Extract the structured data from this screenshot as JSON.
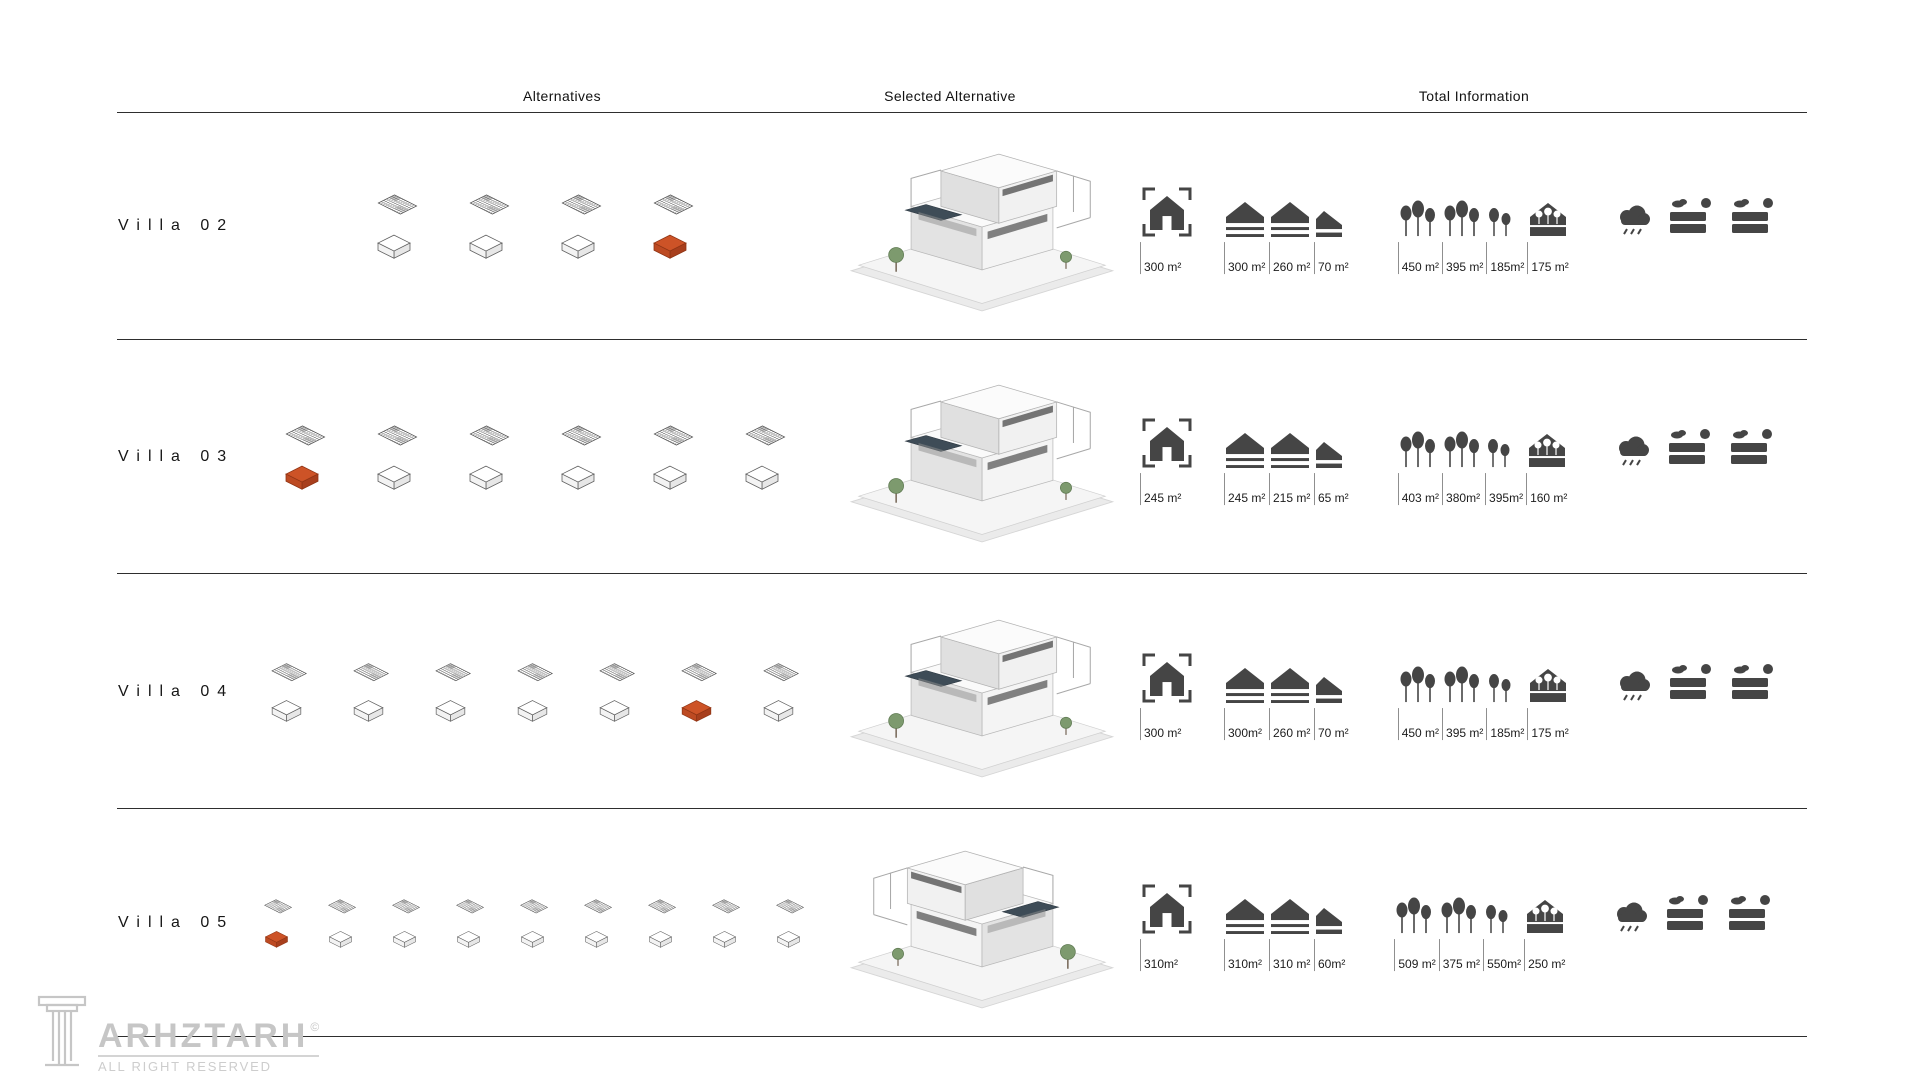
{
  "accent_color": "#cd5327",
  "icon_color": "#454545",
  "header": {
    "alternatives": "Alternatives",
    "selected": "Selected Alternative",
    "total": "Total Information"
  },
  "icons": {
    "site": "house-in-brackets-icon",
    "built": "striped-house-icon",
    "landscape": "tree-cluster-icon",
    "green_roof": "house-with-trees-icon",
    "context": [
      "rain-cloud-icon",
      "sun-over-building-icon",
      "sun-over-building-icon"
    ]
  },
  "villas": [
    {
      "name": "Villa 02",
      "alternatives_count": 4,
      "selected_index": 3,
      "site_area": "300 m²",
      "floors": [
        "300 m²",
        "260 m²",
        "70 m²"
      ],
      "landscape": [
        "450 m²",
        "395 m²",
        "185m²"
      ],
      "green_area": "175 m²"
    },
    {
      "name": "Villa 03",
      "alternatives_count": 6,
      "selected_index": 0,
      "site_area": "245 m²",
      "floors": [
        "245 m²",
        "215 m²",
        "65 m²"
      ],
      "landscape": [
        "403 m²",
        "380m²",
        "395m²"
      ],
      "green_area": "160 m²"
    },
    {
      "name": "Villa 04",
      "alternatives_count": 7,
      "selected_index": 5,
      "site_area": "300 m²",
      "floors": [
        "300m²",
        "260 m²",
        "70 m²"
      ],
      "landscape": [
        "450 m²",
        "395 m²",
        "185m²"
      ],
      "green_area": "175 m²"
    },
    {
      "name": "Villa 05",
      "alternatives_count": 9,
      "selected_index": 0,
      "site_area": "310m²",
      "floors": [
        "310m²",
        "310 m²",
        "60m²"
      ],
      "landscape": [
        "509 m²",
        "375 m²",
        "550m²"
      ],
      "green_area": "250 m²"
    }
  ],
  "footer": {
    "logo_text": "ARHZTARH",
    "copyright": "©",
    "rights": "ALL RIGHT RESERVED"
  }
}
